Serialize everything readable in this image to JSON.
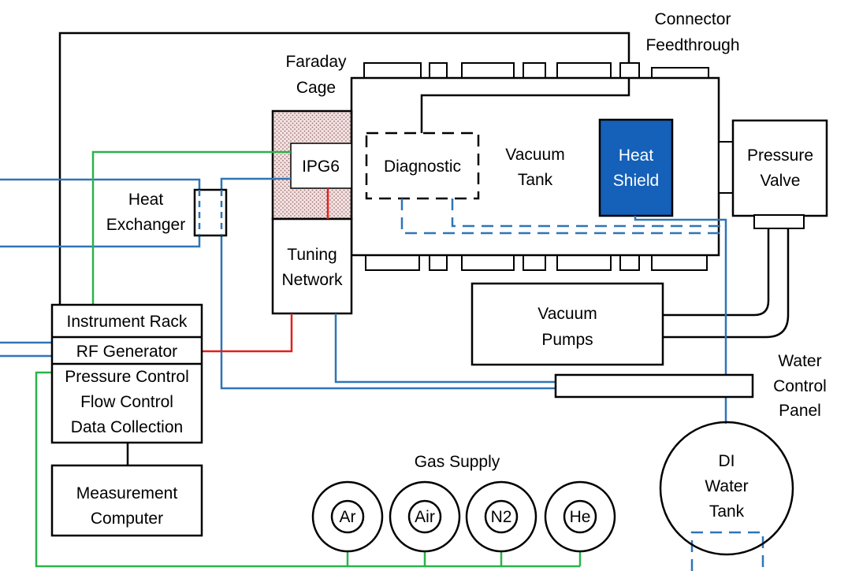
{
  "colors": {
    "water": "#2e75b6",
    "rf": "#e0201b",
    "gas": "#2bb34a",
    "signal": "#000000",
    "heat_shield_fill": "#1560b8",
    "faraday_fill": "#f0dede"
  },
  "labels": {
    "connector_feedthrough": [
      "Connector",
      "Feedthrough"
    ],
    "faraday_cage": [
      "Faraday",
      "Cage"
    ],
    "ipg6": "IPG6",
    "heat_exchanger": [
      "Heat",
      "Exchanger"
    ],
    "tuning_network": [
      "Tuning",
      "Network"
    ],
    "diagnostic": "Diagnostic",
    "vacuum_tank": [
      "Vacuum",
      "Tank"
    ],
    "heat_shield": [
      "Heat",
      "Shield"
    ],
    "pressure_valve": [
      "Pressure",
      "Valve"
    ],
    "vacuum_pumps": [
      "Vacuum",
      "Pumps"
    ],
    "water_control_panel": [
      "Water",
      "Control",
      "Panel"
    ],
    "instrument_rack": "Instrument Rack",
    "rf_generator": "RF Generator",
    "pressure_flow_data": [
      "Pressure Control",
      "Flow Control",
      "Data Collection"
    ],
    "measurement_computer": [
      "Measurement",
      "Computer"
    ],
    "gas_supply": "Gas Supply",
    "gases": [
      "Ar",
      "Air",
      "N2",
      "He"
    ],
    "di_water_tank": [
      "DI",
      "Water",
      "Tank"
    ]
  }
}
